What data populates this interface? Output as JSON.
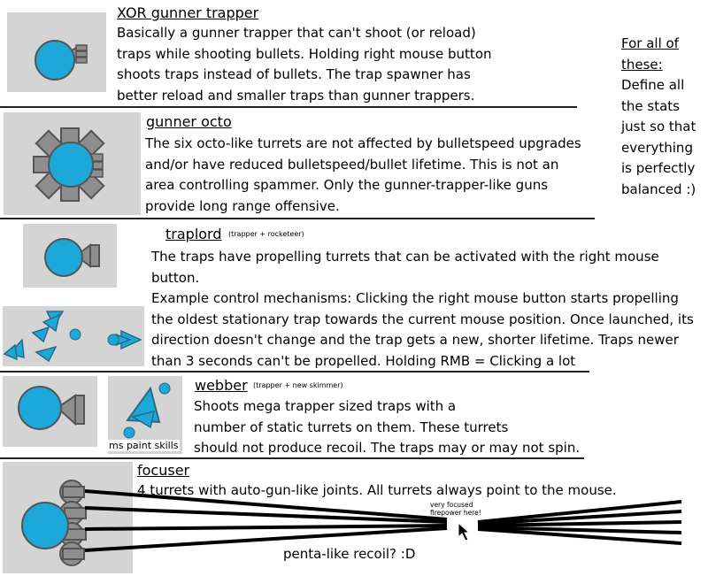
{
  "sections": [
    {
      "title": "XOR gunner trapper",
      "body": [
        "Basically a gunner trapper that can't shoot (or reload)",
        "traps while shooting bullets. Holding right mouse button",
        "shoots traps instead of bullets. The trap spawner has",
        "better reload and smaller traps than gunner trappers."
      ]
    },
    {
      "title": "gunner octo",
      "body": [
        "The six octo-like turrets are not affected by bulletspeed upgrades",
        "and/or have reduced bulletspeed/bullet lifetime. This is not an",
        "area controlling spammer. Only the gunner-trapper-like guns",
        "provide long range offensive."
      ]
    },
    {
      "title": "traplord",
      "subtitle": "(trapper + rocketeer)",
      "body": [
        "The traps have propelling turrets that can be activated with the right mouse",
        "button.",
        "Example control mechanisms: Clicking the right mouse button starts propelling",
        "the oldest stationary trap towards the current mouse position. Once launched, its",
        "direction doesn't change and the trap gets a new, shorter lifetime. Traps newer",
        "than 3 seconds can't be propelled. Holding RMB = Clicking a lot"
      ]
    },
    {
      "title": "webber",
      "subtitle": "(trapper + new skimmer)",
      "image_caption": "ms paint skills",
      "body": [
        "Shoots mega trapper sized traps with a",
        "number of static turrets on them. These turrets",
        "should not produce recoil. The traps may or may not spin."
      ]
    },
    {
      "title": "focuser",
      "body": [
        "4 turrets with auto-gun-like joints. All turrets always point to the mouse."
      ],
      "annotation": "very focused firepower here!",
      "footer": "penta-like recoil? :D"
    }
  ],
  "side_note": {
    "heading": "For all of these:",
    "lines": [
      "Define all",
      "the stats",
      "just so that",
      "everything",
      "is perfectly",
      "balanced :)"
    ]
  },
  "colors": {
    "tank_body": "#1ca8d8",
    "barrel": "#8e8e8e",
    "panel_bg": "#d4d4d4",
    "outline": "#555555"
  },
  "icons": [
    "tank-icon",
    "mouse-cursor-icon"
  ]
}
